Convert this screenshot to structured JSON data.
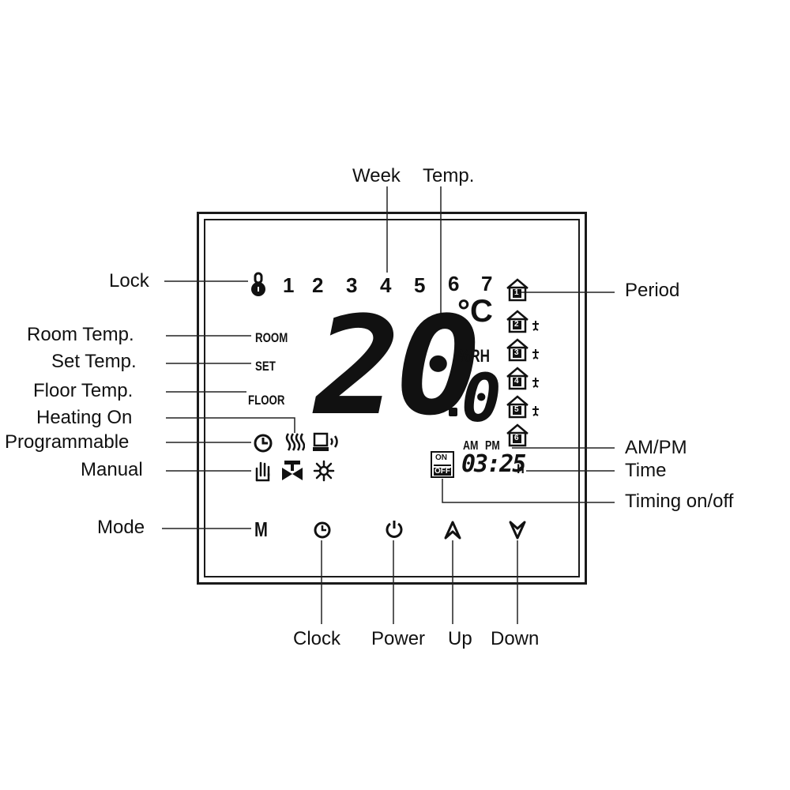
{
  "labels": {
    "week": "Week",
    "temp": "Temp.",
    "lock": "Lock",
    "room_temp": "Room Temp.",
    "set_temp": "Set Temp.",
    "floor_temp": "Floor Temp.",
    "heating_on": "Heating On",
    "programmable": "Programmable",
    "manual": "Manual",
    "mode": "Mode",
    "period": "Period",
    "ampm": "AM/PM",
    "time": "Time",
    "timing": "Timing on/off",
    "clock": "Clock",
    "power": "Power",
    "up": "Up",
    "down": "Down"
  },
  "display": {
    "days": [
      "1",
      "2",
      "3",
      "4",
      "5",
      "6",
      "7"
    ],
    "room": "ROOM",
    "set": "SET",
    "floor": "FLOOR",
    "temp_main": "20",
    "temp_decimal": "0",
    "unit": "°C",
    "humidity": "%RH",
    "am": "AM",
    "pm": "PM",
    "time": "03:25",
    "time_suffix": "h",
    "on": "ON",
    "off": "OFF",
    "periods": [
      "1",
      "2",
      "3",
      "4",
      "5",
      "6"
    ]
  },
  "buttons": {
    "mode": "M"
  },
  "icons": [
    "lock-icon",
    "clock-icon",
    "heating-icon",
    "remote-icon",
    "hand-icon",
    "valve-icon",
    "sun-icon",
    "clock-button-icon",
    "power-icon",
    "up-arrow-icon",
    "down-arrow-icon",
    "house-period-icon"
  ]
}
